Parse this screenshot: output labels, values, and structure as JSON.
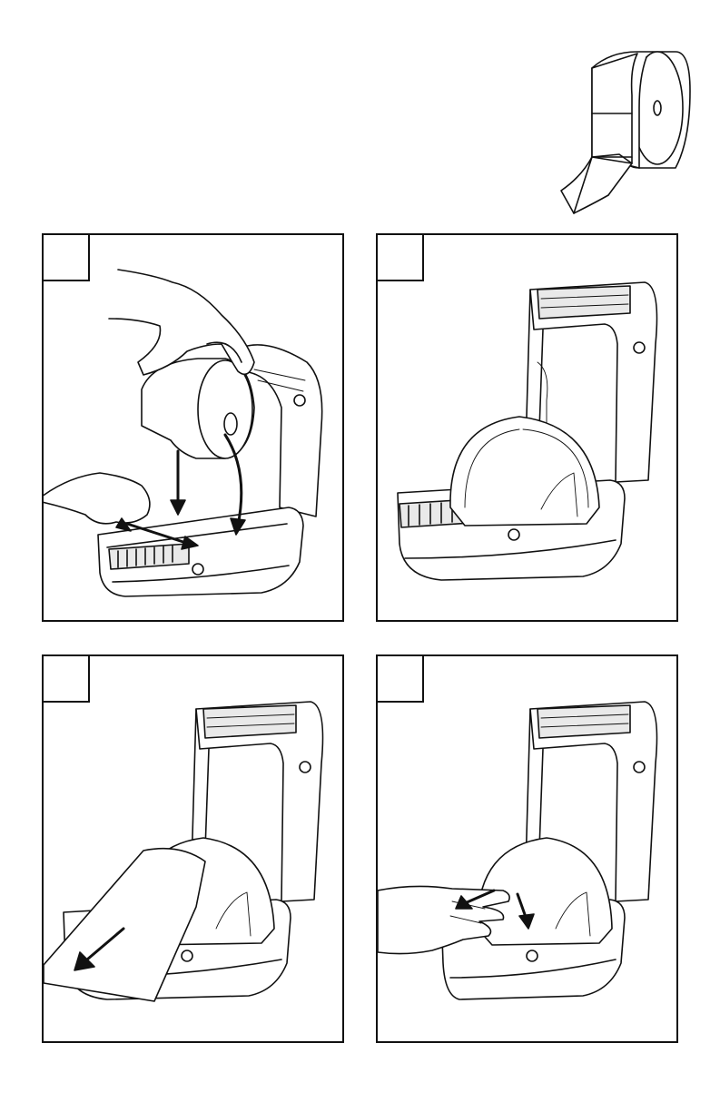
{
  "figure": {
    "media_icon": "label-roll-icon",
    "steps": [
      {
        "id": 1,
        "icon": "hands-loading-roll"
      },
      {
        "id": 2,
        "icon": "roll-seated-in-printer"
      },
      {
        "id": 3,
        "icon": "media-pulled-out"
      },
      {
        "id": 4,
        "icon": "hand-pressing-guides"
      }
    ]
  }
}
